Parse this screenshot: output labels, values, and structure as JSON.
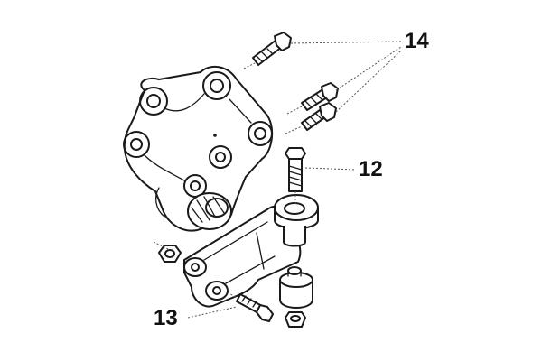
{
  "callouts": {
    "bolts_upper": "14",
    "stud_bolt": "12",
    "bolt_lower": "13"
  }
}
